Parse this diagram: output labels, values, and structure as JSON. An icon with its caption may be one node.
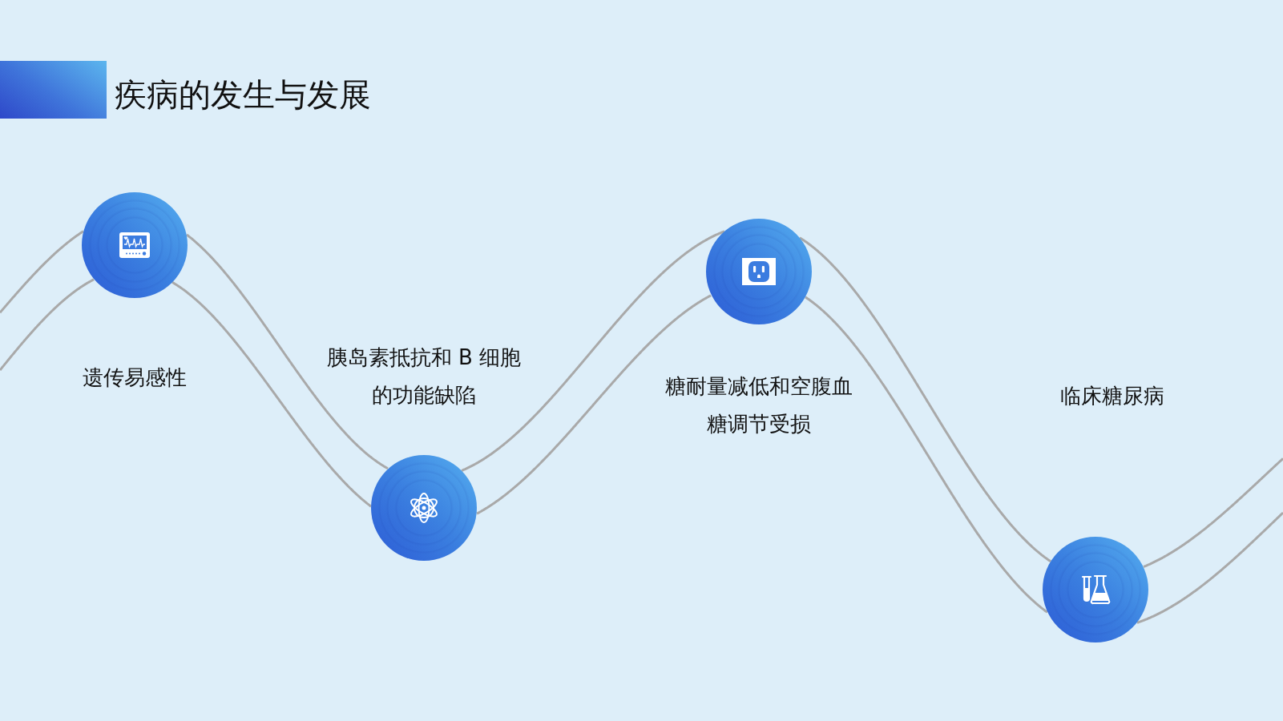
{
  "diagram": {
    "title": "疾病的发生与发展",
    "nodes": [
      {
        "text": [],
        "shape": "circle",
        "beside": [
          "遗传易感性"
        ]
      },
      {
        "text": [],
        "shape": "circle",
        "beside": [
          "胰岛素抵抗和 B 细胞的功能缺陷"
        ]
      },
      {
        "text": [],
        "shape": "circle",
        "beside": [
          "糖耐量减低和空腹血糖调节受损"
        ]
      },
      {
        "text": [],
        "shape": "circle"
      }
    ],
    "edges": [
      {
        "from": null,
        "to": 0,
        "arrow": "none"
      },
      {
        "from": null,
        "to": 0,
        "arrow": "none"
      },
      {
        "from": 0,
        "to": 1,
        "arrow": "none"
      },
      {
        "from": 0,
        "to": 1,
        "arrow": "none"
      },
      {
        "from": 1,
        "to": 2,
        "arrow": "none"
      },
      {
        "from": 1,
        "to": 2,
        "arrow": "none"
      },
      {
        "from": 2,
        "to": 3,
        "arrow": "none"
      },
      {
        "from": 2,
        "to": 3,
        "arrow": "none"
      },
      {
        "from": 3,
        "to": null,
        "arrow": "none"
      },
      {
        "from": 3,
        "to": null,
        "arrow": "none"
      }
    ],
    "labels": [
      "临床糖尿病"
    ]
  }
}
